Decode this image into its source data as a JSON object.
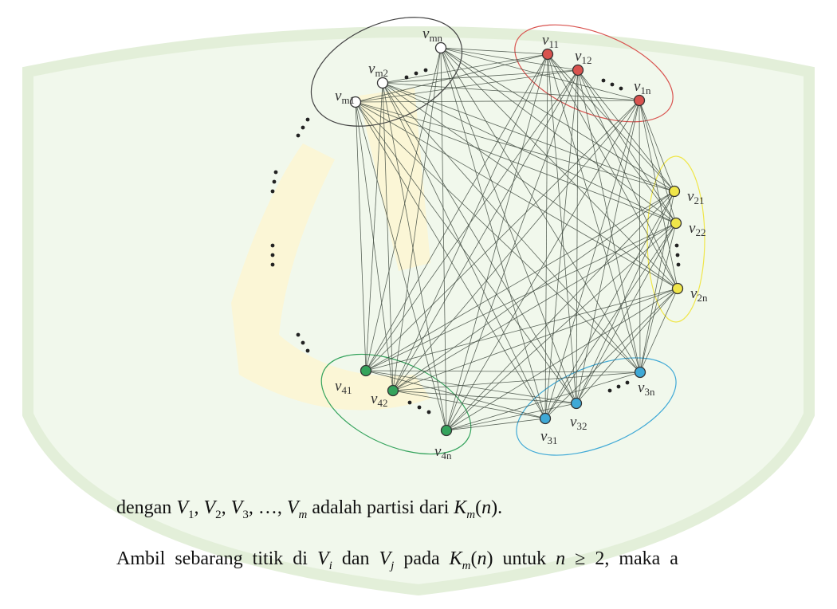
{
  "colors": {
    "watermark": "#e8f3e1",
    "group_m_ring": "#444444",
    "group1": "#d9534f",
    "group2": "#f0e64a",
    "group3": "#3fa9d6",
    "group4": "#34a35c",
    "edges": "#3f4a3f"
  },
  "graph": {
    "vertices": [
      {
        "id": "vm1",
        "base": "v",
        "sub": "m1",
        "group": "m"
      },
      {
        "id": "vm2",
        "base": "v",
        "sub": "m2",
        "group": "m"
      },
      {
        "id": "vmn",
        "base": "v",
        "sub": "mn",
        "group": "m"
      },
      {
        "id": "v11",
        "base": "v",
        "sub": "11",
        "group": "1"
      },
      {
        "id": "v12",
        "base": "v",
        "sub": "12",
        "group": "1"
      },
      {
        "id": "v1n",
        "base": "v",
        "sub": "1n",
        "group": "1"
      },
      {
        "id": "v21",
        "base": "v",
        "sub": "21",
        "group": "2"
      },
      {
        "id": "v22",
        "base": "v",
        "sub": "22",
        "group": "2"
      },
      {
        "id": "v2n",
        "base": "v",
        "sub": "2n",
        "group": "2"
      },
      {
        "id": "v3n",
        "base": "v",
        "sub": "3n",
        "group": "3"
      },
      {
        "id": "v32",
        "base": "v",
        "sub": "32",
        "group": "3"
      },
      {
        "id": "v31",
        "base": "v",
        "sub": "31",
        "group": "3"
      },
      {
        "id": "v41",
        "base": "v",
        "sub": "41",
        "group": "4"
      },
      {
        "id": "v42",
        "base": "v",
        "sub": "42",
        "group": "4"
      },
      {
        "id": "v4n",
        "base": "v",
        "sub": "4n",
        "group": "4"
      }
    ]
  },
  "text": {
    "line1": [
      {
        "t": "dengan "
      },
      {
        "t": "V",
        "i": true
      },
      {
        "t": "1",
        "sub": true
      },
      {
        "t": ", "
      },
      {
        "t": "V",
        "i": true
      },
      {
        "t": "2",
        "sub": true
      },
      {
        "t": ", "
      },
      {
        "t": "V",
        "i": true
      },
      {
        "t": "3",
        "sub": true
      },
      {
        "t": ", …, "
      },
      {
        "t": "V",
        "i": true
      },
      {
        "t": "m",
        "sub": true,
        "i": true
      },
      {
        "t": " adalah partisi dari "
      },
      {
        "t": "K",
        "i": true
      },
      {
        "t": "m",
        "sub": true,
        "i": true
      },
      {
        "t": "("
      },
      {
        "t": "n",
        "i": true
      },
      {
        "t": ")."
      }
    ],
    "line2": [
      {
        "t": "Ambil sebarang titik di "
      },
      {
        "t": "V",
        "i": true
      },
      {
        "t": "i",
        "sub": true,
        "i": true
      },
      {
        "t": " dan "
      },
      {
        "t": "V",
        "i": true
      },
      {
        "t": "j",
        "sub": true,
        "i": true
      },
      {
        "t": " pada "
      },
      {
        "t": "K",
        "i": true
      },
      {
        "t": "m",
        "sub": true,
        "i": true
      },
      {
        "t": "("
      },
      {
        "t": "n",
        "i": true
      },
      {
        "t": ")"
      },
      {
        "t": " untuk "
      },
      {
        "t": "n",
        "i": true
      },
      {
        "t": " ≥ 2, maka a"
      }
    ]
  }
}
